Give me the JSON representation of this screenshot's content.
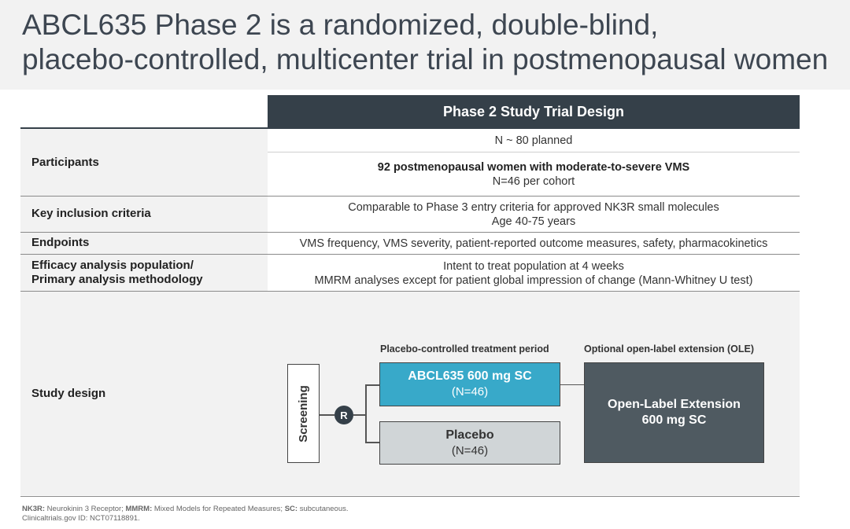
{
  "title": {
    "line1": "ABCL635 Phase 2 is a randomized, double-blind,",
    "line2": "placebo-controlled, multicenter trial in postmenopausal women"
  },
  "table": {
    "header": "Phase 2 Study Trial Design",
    "rows": {
      "participants": {
        "label": "Participants",
        "planned": "N ~ 80 planned",
        "enrolled": "92 postmenopausal women with moderate-to-severe VMS",
        "per_cohort": "N=46 per cohort"
      },
      "inclusion": {
        "label": "Key inclusion criteria",
        "line1": "Comparable to Phase 3 entry criteria for approved NK3R small molecules",
        "line2": "Age 40-75 years"
      },
      "endpoints": {
        "label": "Endpoints",
        "value": "VMS frequency, VMS severity, patient-reported outcome measures, safety, pharmacokinetics"
      },
      "efficacy": {
        "label_line1": "Efficacy analysis population/",
        "label_line2": "Primary analysis methodology",
        "line1": "Intent to treat population at 4 weeks",
        "line2": "MMRM analyses except for patient global impression of change (Mann-Whitney U test)"
      },
      "study_design": {
        "label": "Study design"
      }
    }
  },
  "diagram": {
    "period_label": "Placebo-controlled treatment period",
    "ole_label": "Optional open-label extension (OLE)",
    "screening": "Screening",
    "randomization": "R",
    "active_arm": {
      "name": "ABCL635 600 mg SC",
      "n": "(N=46)"
    },
    "placebo_arm": {
      "name": "Placebo",
      "n": "(N=46)"
    },
    "ole_box": {
      "line1": "Open-Label Extension",
      "line2": "600 mg SC"
    }
  },
  "footnote": {
    "abbr1": "NK3R:",
    "def1": " Neurokinin 3 Receptor; ",
    "abbr2": "MMRM:",
    "def2": " Mixed Models for Repeated Measures; ",
    "abbr3": "SC:",
    "def3": " subcutaneous.",
    "line2": "Clinicaltrials.gov ID: NCT07118891."
  },
  "colors": {
    "header_bg": "#354049",
    "active_arm": "#38a9c9",
    "placebo_arm": "#d0d5d7",
    "ole_box": "#4f5a61"
  }
}
